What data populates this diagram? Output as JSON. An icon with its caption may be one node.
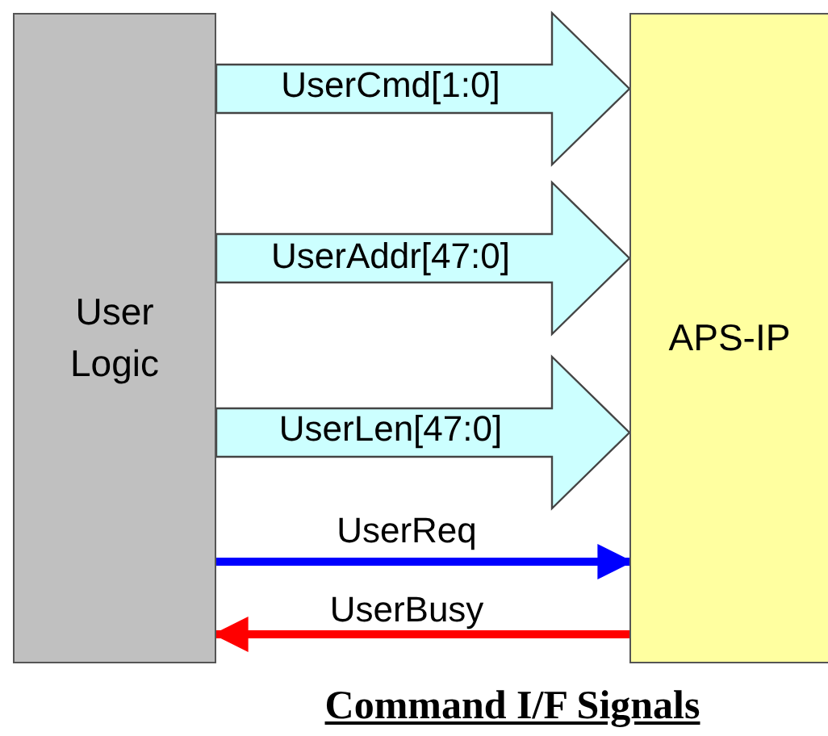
{
  "diagram": {
    "title": "Command I/F Signals",
    "nodes": [
      {
        "text": [
          "User Logic"
        ]
      },
      {
        "text": [
          "APS-IP"
        ]
      }
    ],
    "edges": [
      {
        "from": 0,
        "to": 1,
        "arrow": "to",
        "label": "UserCmd[1:0]",
        "style": "thick",
        "color": "#ccffff"
      },
      {
        "from": 0,
        "to": 1,
        "arrow": "to",
        "label": "UserAddr[47:0]",
        "style": "thick",
        "color": "#ccffff"
      },
      {
        "from": 0,
        "to": 1,
        "arrow": "to",
        "label": "UserLen[47:0]",
        "style": "thick",
        "color": "#ccffff"
      },
      {
        "from": 0,
        "to": 1,
        "arrow": "to",
        "label": "UserReq",
        "color": "#0000ff"
      },
      {
        "from": 1,
        "to": 0,
        "arrow": "to",
        "label": "UserBusy",
        "color": "#ff0000"
      }
    ]
  }
}
